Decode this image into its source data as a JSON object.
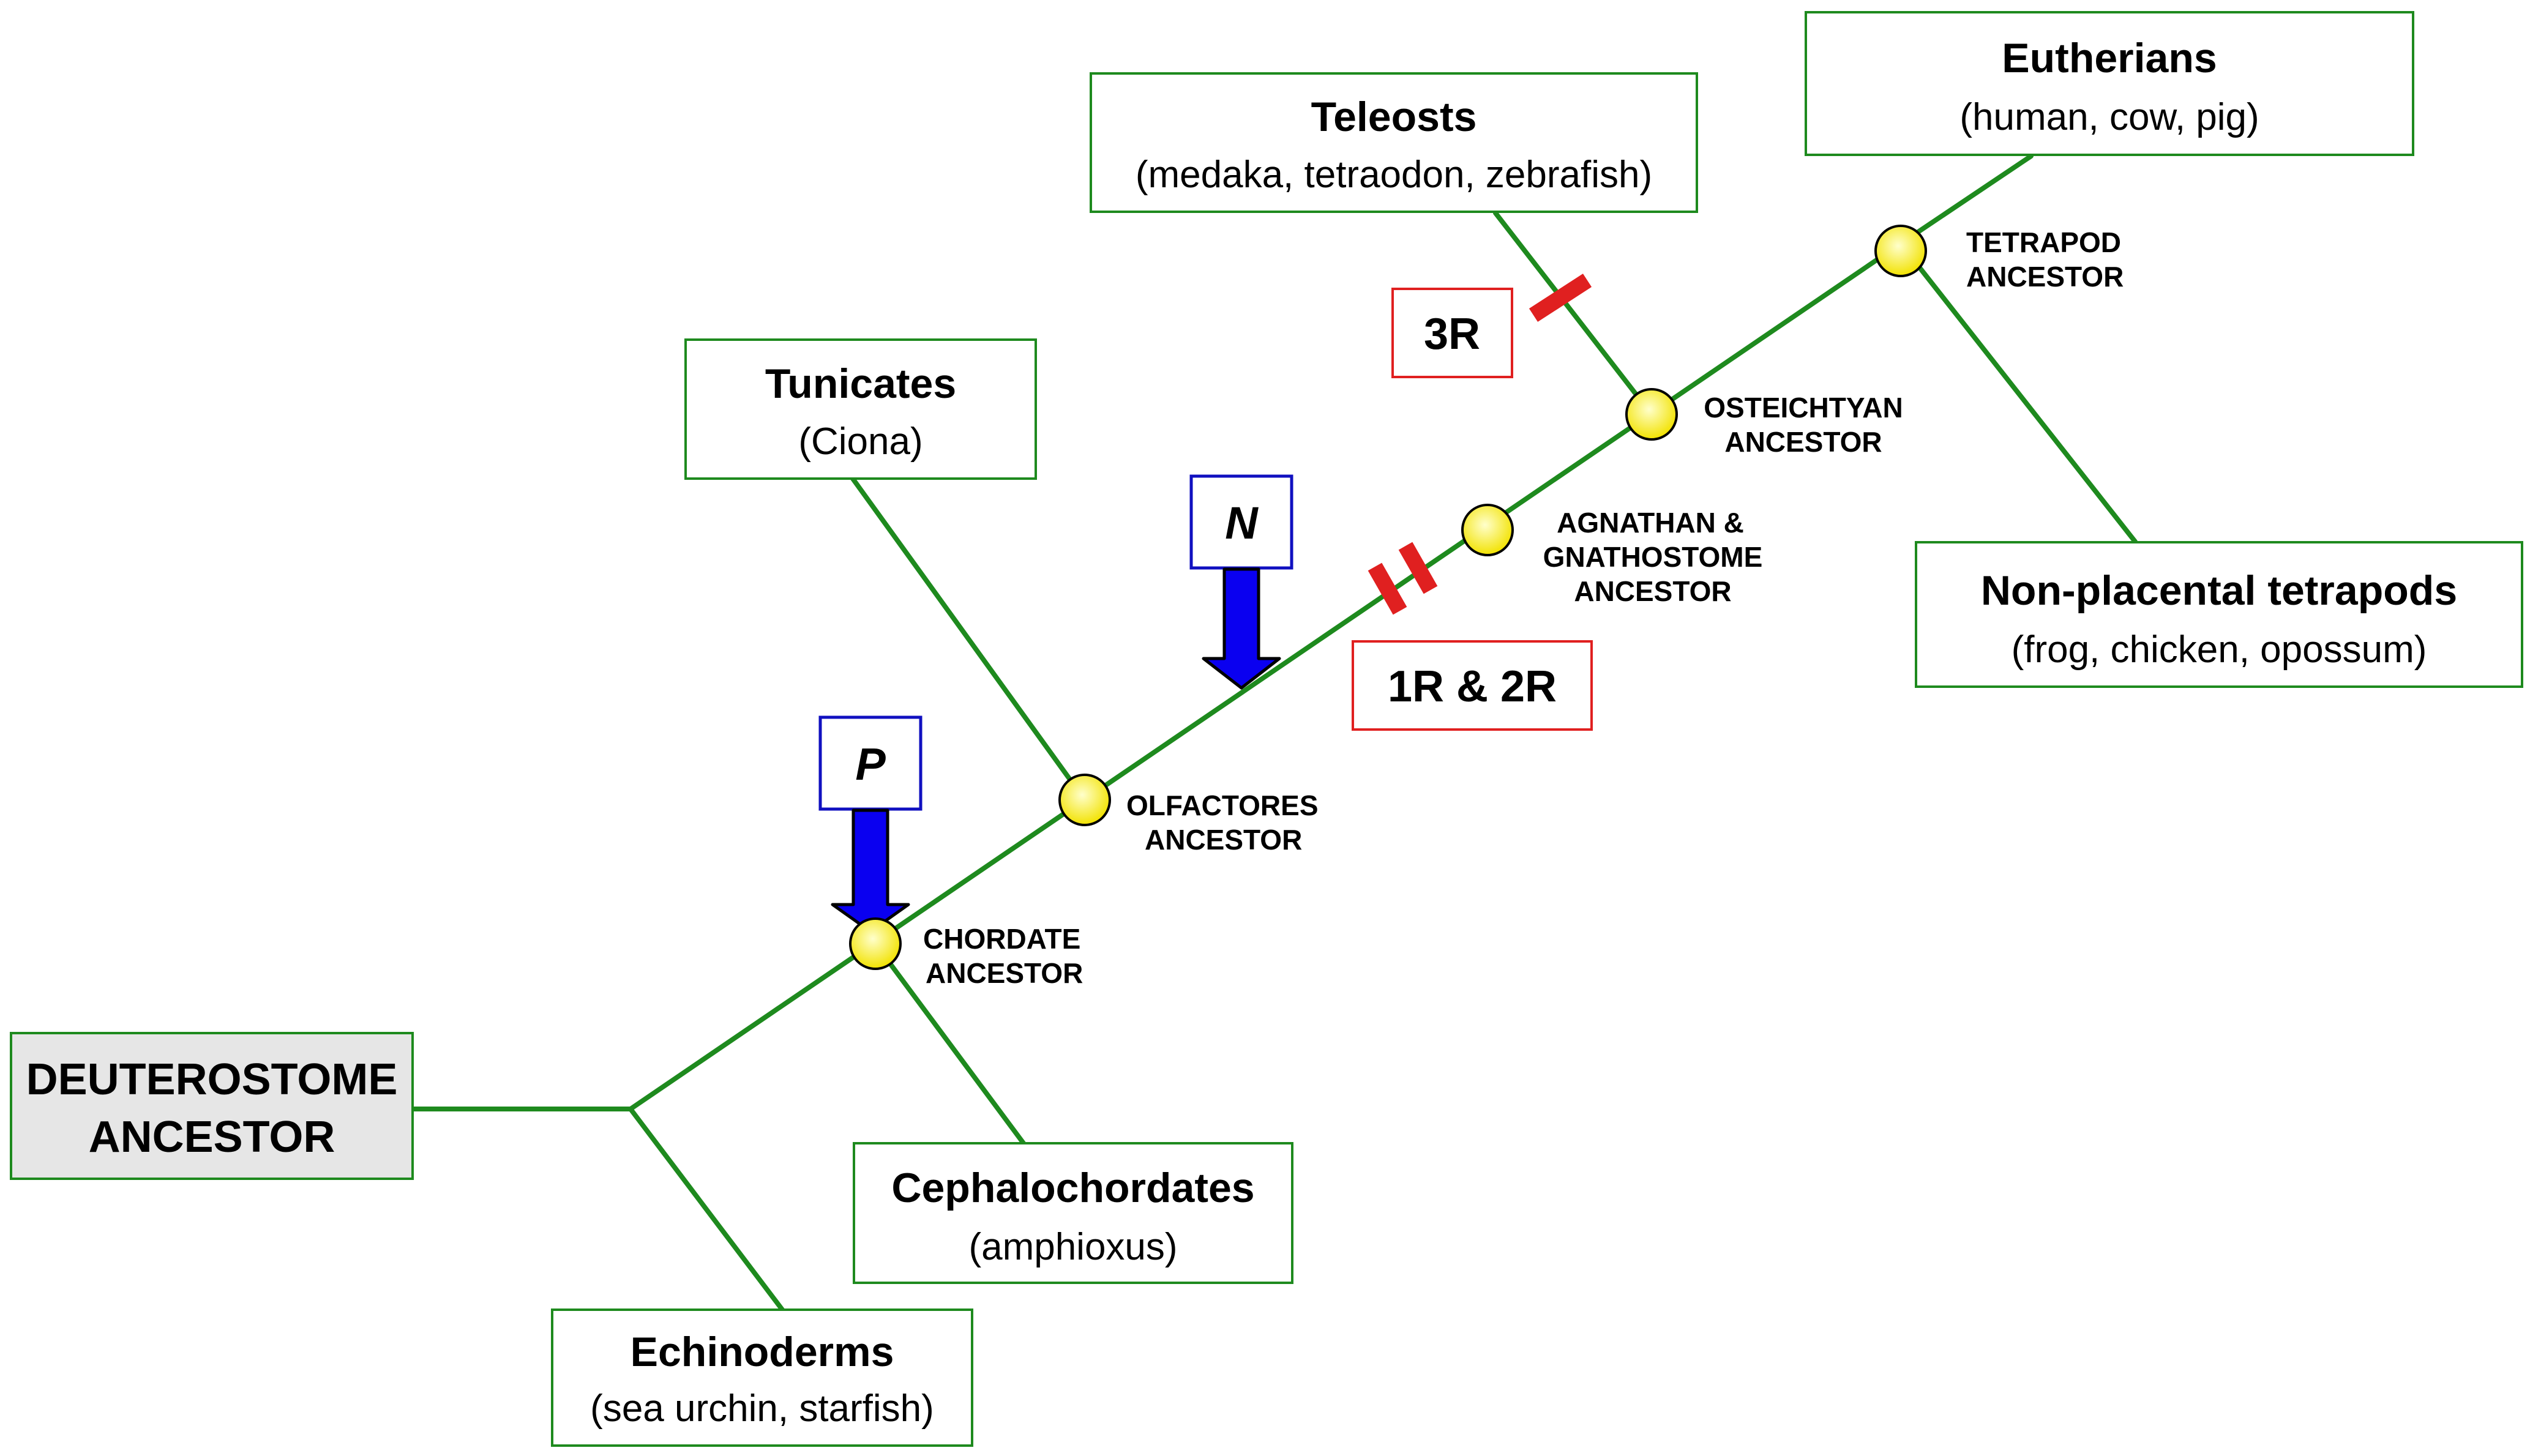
{
  "colors": {
    "branch": "#1e8a1e",
    "box_border": "#1e8a1e",
    "root_fill": "#e6e6e6",
    "node_fill_center": "#ffffcc",
    "node_fill_edge": "#f2e200",
    "duplication": "#e02020",
    "marker_border": "#1010c0",
    "marker_arrow": "#0a00f0"
  },
  "root": {
    "line1": "DEUTEROSTOME",
    "line2": "ANCESTOR"
  },
  "taxa": {
    "echinoderms": {
      "title": "Echinoderms",
      "sub": "(sea urchin, starfish)"
    },
    "cephalochordates": {
      "title": "Cephalochordates",
      "sub": "(amphioxus)"
    },
    "tunicates": {
      "title": "Tunicates",
      "sub": "(Ciona)"
    },
    "teleosts": {
      "title": "Teleosts",
      "sub": "(medaka, tetraodon, zebrafish)"
    },
    "eutherians": {
      "title": "Eutherians",
      "sub": "(human, cow, pig)"
    },
    "non_placental": {
      "title": "Non-placental tetrapods",
      "sub": "(frog, chicken, opossum)"
    }
  },
  "nodes": {
    "chordate": {
      "line1": "CHORDATE",
      "line2": "ANCESTOR"
    },
    "olfactores": {
      "line1": "OLFACTORES",
      "line2": "ANCESTOR"
    },
    "agnathan": {
      "line1": "AGNATHAN &",
      "line2": "GNATHOSTOME",
      "line3": "ANCESTOR"
    },
    "osteichthyan": {
      "line1": "OSTEICHTYAN",
      "line2": "ANCESTOR"
    },
    "tetrapod": {
      "line1": "TETRAPOD",
      "line2": "ANCESTOR"
    }
  },
  "events": {
    "first_second": "1R & 2R",
    "third": "3R"
  },
  "markers": {
    "p": "P",
    "n": "N"
  }
}
